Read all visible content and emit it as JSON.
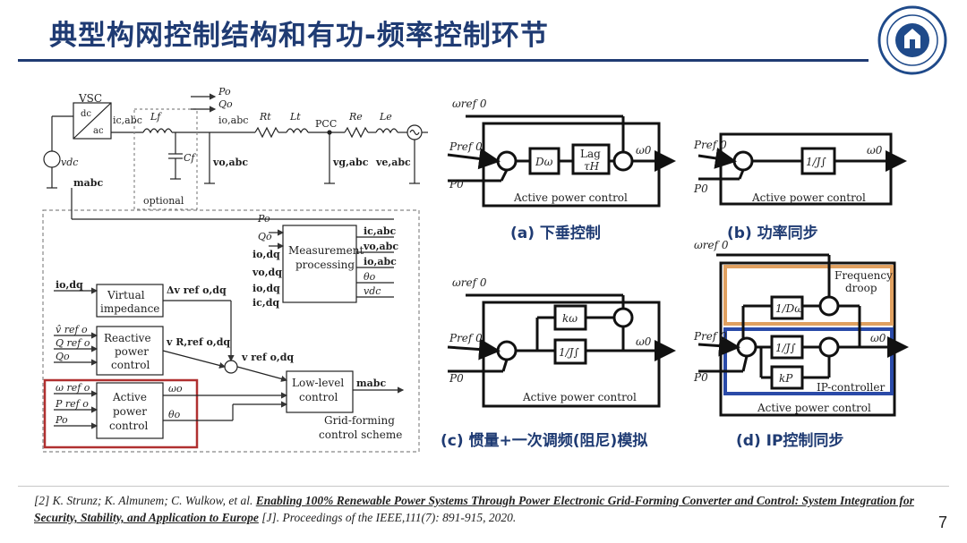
{
  "title": "典型构网控制结构和有功-频率控制环节",
  "page_number": "7",
  "colors": {
    "title": "#1f3b73",
    "highlight_red": "#b03030",
    "freq_droop_box": "#e0a060",
    "ip_box": "#2a4aa8"
  },
  "reference": {
    "prefix": "[2] K. Strunz; K. Almunem; C. Wulkow, et al. ",
    "title_text": "Enabling 100% Renewable Power Systems Through Power Electronic Grid-Forming Converter and Control: System Integration for Security, Stability, and Application to Europe",
    "suffix": " [J]. Proceedings of the IEEE,111(7): 891-915, 2020."
  },
  "schematic": {
    "vsc": "VSC",
    "dc": "dc",
    "ac": "ac",
    "ic_abc": "ic,abc",
    "Lf": "Lf",
    "Cf": "Cf",
    "optional": "optional",
    "io_abc": "io,abc",
    "Rt": "Rt",
    "Lt": "Lt",
    "pcc": "PCC",
    "Re": "Re",
    "Le": "Le",
    "vdc": "vdc",
    "mabc": "mabc",
    "vo_abc": "vo,abc",
    "vg_abc": "vg,abc",
    "ve_abc": "ve,abc",
    "Po": "Po",
    "Qo": "Qo",
    "measurement": [
      "Measurement",
      "processing"
    ],
    "meas_inputs": [
      "ic,abc",
      "vo,abc",
      "io,abc",
      "θo",
      "vdc"
    ],
    "meas_outputs": [
      "Po",
      "Qo",
      "io,dq",
      "vo,dq",
      "io,dq",
      "ic,dq"
    ],
    "virtual": [
      "Virtual",
      "impedance"
    ],
    "virtual_in": "io,dq",
    "virtual_out": "Δv ref o,dq",
    "reactive": [
      "Reactive",
      "power",
      "control"
    ],
    "reactive_in": [
      "v̂ ref o",
      "Q ref o",
      "Qo"
    ],
    "reactive_out": "v R,ref o,dq",
    "sum_out": "v ref o,dq",
    "active": [
      "Active",
      "power",
      "control"
    ],
    "active_in": [
      "ω ref o",
      "P ref o",
      "Po"
    ],
    "active_out": [
      "ωo",
      "θo"
    ],
    "lowlevel": [
      "Low-level",
      "control"
    ],
    "lowlevel_out": "mabc",
    "scheme": [
      "Grid-forming",
      "control scheme"
    ]
  },
  "panels": {
    "a": {
      "caption": "(a)  下垂控制",
      "block_D": "Dω",
      "block_lag": "Lag",
      "block_tau": "τH",
      "footer": "Active power control"
    },
    "b": {
      "caption": "(b)  功率同步",
      "block_int": "1/J∫",
      "footer": "Active power control"
    },
    "c": {
      "caption": "(c)  惯量+一次调频(阻尼)模拟",
      "block_k": "kω",
      "block_int": "1/J∫",
      "footer": "Active power control"
    },
    "d": {
      "caption": "(d)  IP控制同步",
      "freq_label": [
        "Frequency",
        "droop"
      ],
      "block_D": "1/Dω",
      "block_int": "1/J∫",
      "block_kp": "kP",
      "ip_label": "IP-controller",
      "footer": "Active power control"
    },
    "signals": {
      "w_ref": "ωref 0",
      "p_ref": "Pref 0",
      "p": "P0",
      "w_out": "ω0"
    }
  }
}
